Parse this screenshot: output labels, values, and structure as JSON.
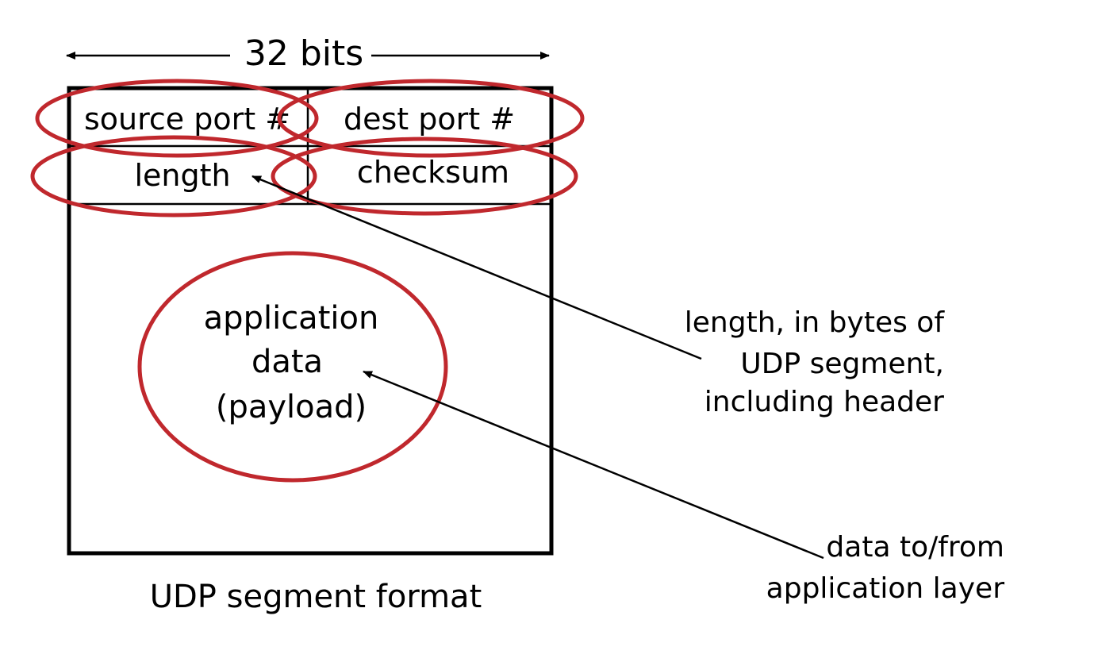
{
  "width_label": "32 bits",
  "header_fields": {
    "source_port": "source port #",
    "dest_port": "dest port #",
    "length": "length",
    "checksum": "checksum"
  },
  "payload": {
    "line1": "application",
    "line2": "data",
    "line3": "(payload)"
  },
  "caption": "UDP segment format",
  "annotations": {
    "length_note": {
      "line1": "length, in bytes of",
      "line2": "UDP segment,",
      "line3": "including header"
    },
    "data_note": {
      "line1": "data to/from",
      "line2": "application layer"
    }
  },
  "colors": {
    "highlight": "#c0282d",
    "line": "#000000"
  }
}
